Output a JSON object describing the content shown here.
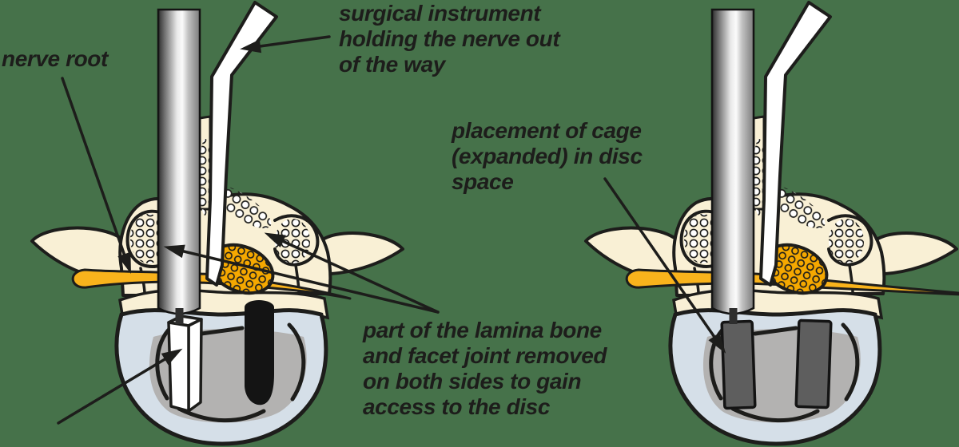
{
  "palette": {
    "background": "#46724A",
    "ink": "#1D1D1B",
    "bone": "#F9F0D5",
    "bone_dot": "#FFFFFF",
    "nerve_yellow": "#F9B31C",
    "disc_orange": "#F5A800",
    "body_blue": "#D5DFE8",
    "body_gray": "#B3B2B1",
    "cage_gray": "#5E5E5E",
    "instrument_white": "#FFFFFF",
    "metal_dark": "#2E2E2E",
    "metal_light": "#FBFBFB"
  },
  "labels": {
    "surgical_instrument": {
      "lines": [
        "surgical instrument",
        "holding the nerve out",
        "of the way"
      ]
    },
    "nerve_root": {
      "lines": [
        "nerve root"
      ]
    },
    "cage_placement": {
      "lines": [
        "placement of cage",
        "(expanded) in disc",
        "space"
      ]
    },
    "lamina_removed": {
      "lines": [
        "part of the lamina bone",
        "and facet joint removed",
        "on both sides to gain",
        "access to the disc"
      ]
    }
  }
}
